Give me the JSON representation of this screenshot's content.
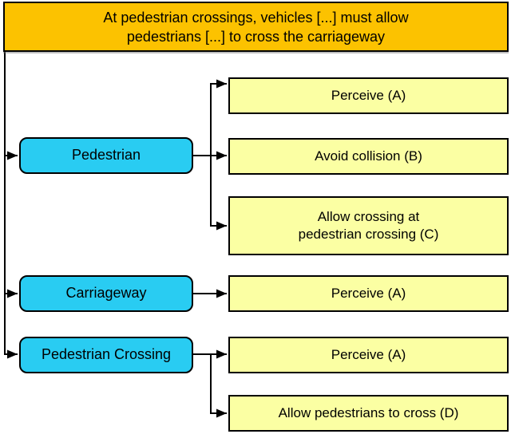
{
  "figure": {
    "title_box": {
      "lines": [
        "At pedestrian crossings, vehicles [...] must allow",
        "pedestrians [...] to cross the carriageway"
      ]
    },
    "actors": [
      {
        "id": "pedestrian",
        "label": "Pedestrian"
      },
      {
        "id": "carriageway",
        "label": "Carriageway"
      },
      {
        "id": "pedestrian-crossing",
        "label": "Pedestrian Crossing"
      }
    ],
    "actions": [
      {
        "id": "perceive-a-1",
        "label": "Perceive (A)"
      },
      {
        "id": "avoid-collision-b",
        "label": "Avoid collision (B)"
      },
      {
        "id": "allow-crossing-c",
        "lines": [
          "Allow crossing at",
          "pedestrian crossing (C)"
        ]
      },
      {
        "id": "perceive-a-2",
        "label": "Perceive (A)"
      },
      {
        "id": "perceive-a-3",
        "label": "Perceive (A)"
      },
      {
        "id": "allow-pedestrians-d",
        "label": "Allow pedestrians to cross (D)"
      }
    ],
    "edges": [
      {
        "from": "title-box",
        "to": "pedestrian"
      },
      {
        "from": "title-box",
        "to": "carriageway"
      },
      {
        "from": "title-box",
        "to": "pedestrian-crossing"
      },
      {
        "from": "pedestrian",
        "to": "perceive-a-1"
      },
      {
        "from": "pedestrian",
        "to": "avoid-collision-b"
      },
      {
        "from": "pedestrian",
        "to": "allow-crossing-c"
      },
      {
        "from": "carriageway",
        "to": "perceive-a-2"
      },
      {
        "from": "pedestrian-crossing",
        "to": "perceive-a-3"
      },
      {
        "from": "pedestrian-crossing",
        "to": "allow-pedestrians-d"
      }
    ],
    "colors": {
      "title_fill": "#FCC200",
      "actor_fill": "#29CCF2",
      "action_fill": "#FBFFA3",
      "border": "#000000",
      "connector": "#000000",
      "background": "#FFFFFF"
    }
  }
}
